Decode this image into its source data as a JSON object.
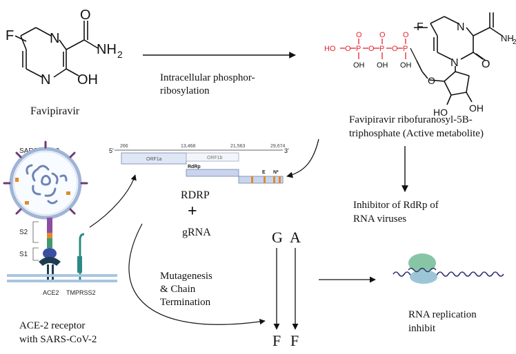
{
  "molecules": {
    "favipiravir": {
      "name": "Favipiravir",
      "atoms": {
        "f": "F",
        "n1": "N",
        "n2": "N",
        "o": "O",
        "nh2": "NH",
        "nh2_sub": "2",
        "oh": "OH"
      }
    },
    "metabolite": {
      "name_line1": "Favipiravir ribofuranosyl-5B-",
      "name_line2": "triphosphate (Active metabolite)",
      "atoms": {
        "f": "F",
        "n1": "N",
        "n2": "N",
        "o_keto": "O",
        "nh2": "NH",
        "nh2_sub": "2",
        "o_ring": "O",
        "oh_left": "HO",
        "oh_right": "OH",
        "phosphate_ho": "HO",
        "p1": "P",
        "p2": "P",
        "p3": "P",
        "o_bridge1": "O",
        "o_bridge2": "O",
        "o_bridge3": "O",
        "o_top1": "O",
        "o_top2": "O",
        "o_top3": "O",
        "oh_bottom1": "OH",
        "oh_bottom2": "OH",
        "oh_bottom3": "OH"
      }
    }
  },
  "steps": {
    "phosphoribosylation_line1": "Intracellular phosphor-",
    "phosphoribosylation_line2": "ribosylation",
    "inhibitor_line1": "Inhibitor of RdRp of",
    "inhibitor_line2": "RNA viruses",
    "mutagenesis_line1": "Mutagenesis",
    "mutagenesis_line2": "& Chain",
    "mutagenesis_line3": "Termination",
    "rna_replication_line1": "RNA replication",
    "rna_replication_line2": "inhibit",
    "receptor_line1": "ACE-2 receptor",
    "receptor_line2": "with SARS-CoV-2"
  },
  "rdrp_box": {
    "rdrp": "RDRP",
    "plus": "+",
    "grna": "gRNA"
  },
  "bases": {
    "g": "G",
    "a": "A",
    "f_left": "F",
    "f_right": "F"
  },
  "virus": {
    "label": "SARS-CoV-2",
    "s2": "S2",
    "s1": "S1",
    "ace2": "ACE2",
    "tmprss2": "TMPRSS2"
  },
  "genome": {
    "five_prime": "5'",
    "three_prime": "3'",
    "pos1": "266",
    "pos2": "13,468",
    "pos3": "21,563",
    "pos4": "29,674",
    "orf1a": "ORF1a",
    "orf1b": "ORF1b",
    "rdrp": "RdRp",
    "e": "E",
    "n": "N*"
  },
  "colors": {
    "phosphate_red": "#e8212b",
    "text": "#111111",
    "virus_blue": "#6d83b5",
    "virus_purple": "#6c3a74",
    "spike_orange": "#e08a2c",
    "spike_green": "#3f9a6d",
    "ace2_navy": "#1d3c52",
    "tmprss2_teal": "#2b8a86",
    "ribosome_green": "#87c5a5",
    "ribosome_blue": "#9cc6d8",
    "rna_navy": "#2b2f6e",
    "membrane_blue": "#a8c5de"
  }
}
